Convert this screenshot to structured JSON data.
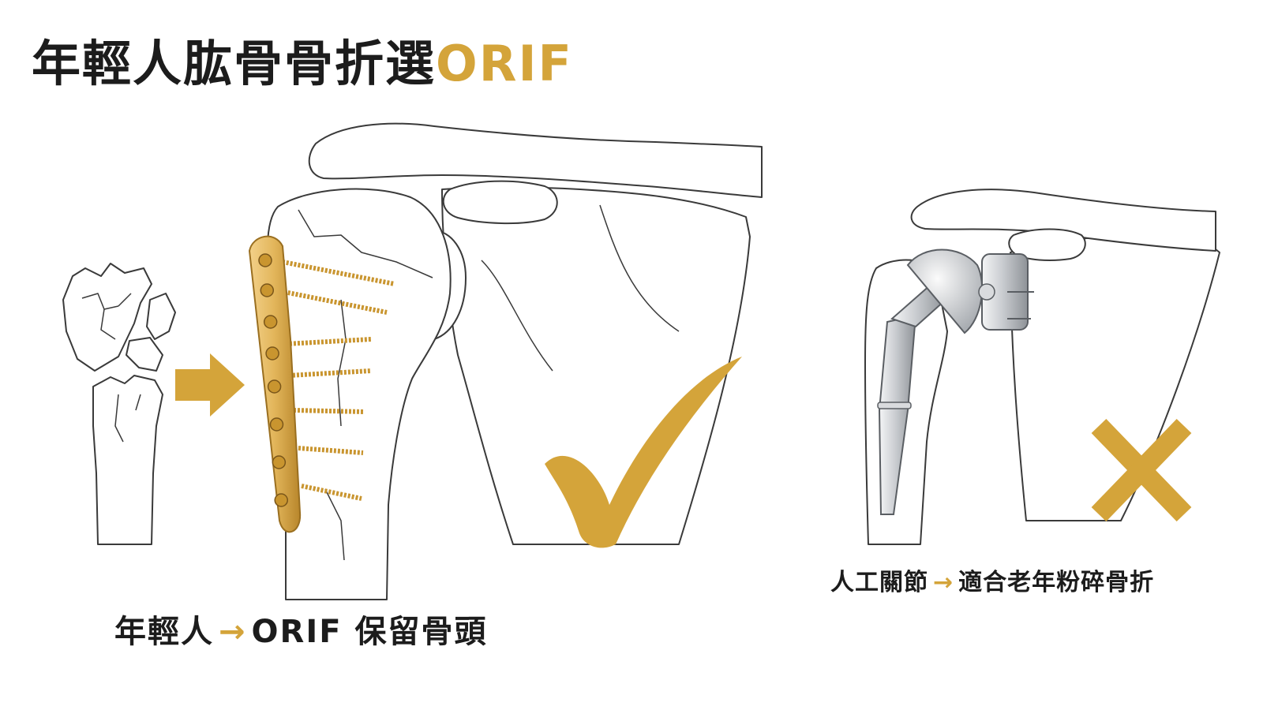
{
  "title": {
    "main": "年輕人肱骨骨折選",
    "accent": "ORIF"
  },
  "captions": {
    "young": {
      "prefix": "年輕人",
      "arrow": "→",
      "suffix": "ORIF 保留骨頭"
    },
    "elderly": {
      "prefix": "人工關節",
      "arrow": "→",
      "suffix": "適合老年粉碎骨折"
    }
  },
  "colors": {
    "accent": "#d4a43a",
    "ink": "#1c1c1c",
    "bone_outline": "#3a3a3a",
    "plate_gold": "#e2b55a",
    "implant_silver": "#c9ccd0"
  },
  "icons": {
    "transition_arrow": "arrow-right-icon",
    "approved_mark": "checkmark-icon",
    "rejected_mark": "x-mark-icon"
  }
}
